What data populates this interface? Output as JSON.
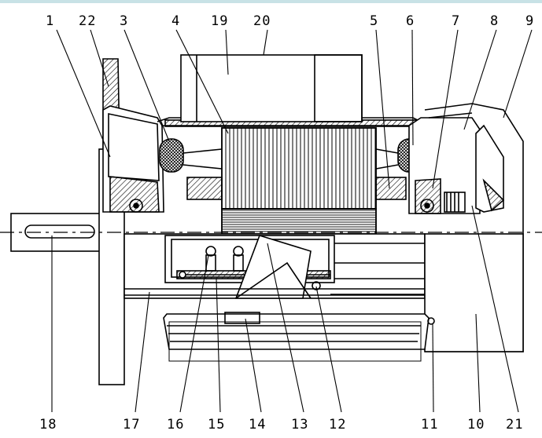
{
  "colors": {
    "line": "#000000",
    "background": "#ffffff",
    "top_strip": "#c8e2e6",
    "hatch": "#000000"
  },
  "callouts_top": [
    "1",
    "22",
    "3",
    "4",
    "19",
    "20",
    "5",
    "6",
    "7",
    "8",
    "9"
  ],
  "callouts_bottom": [
    "18",
    "17",
    "16",
    "15",
    "14",
    "13",
    "12",
    "11",
    "10",
    "21"
  ]
}
